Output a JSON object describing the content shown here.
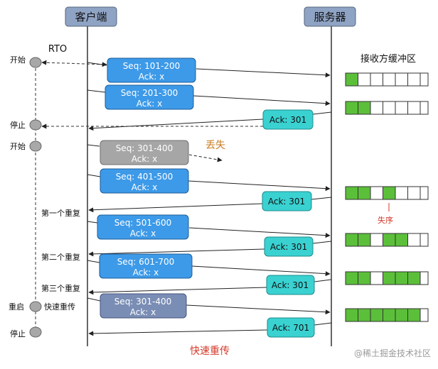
{
  "header": {
    "client": "客户端",
    "server": "服务器",
    "rto": "RTO",
    "buffer_title": "接收方缓冲区"
  },
  "timer_labels": {
    "start1": "开始",
    "stop1": "停止",
    "start2": "开始",
    "restart": "重启",
    "fast_retransmit": "快速重传",
    "stop2": "停止"
  },
  "dup_labels": {
    "first": "第一个重复",
    "second": "第二个重复",
    "third": "第三个重复"
  },
  "segments": [
    {
      "seq": "Seq: 101-200",
      "ack": "Ack: x",
      "state": "sent"
    },
    {
      "seq": "Seq: 201-300",
      "ack": "Ack: x",
      "state": "sent"
    },
    {
      "seq": "Seq: 301-400",
      "ack": "Ack: x",
      "state": "lost"
    },
    {
      "seq": "Seq: 401-500",
      "ack": "Ack: x",
      "state": "sent"
    },
    {
      "seq": "Seq: 501-600",
      "ack": "Ack: x",
      "state": "sent"
    },
    {
      "seq": "Seq: 601-700",
      "ack": "Ack: x",
      "state": "sent"
    },
    {
      "seq": "Seq: 301-400",
      "ack": "Ack: x",
      "state": "retransmit"
    }
  ],
  "acks": [
    "Ack: 301",
    "Ack: 301",
    "Ack: 301",
    "Ack: 301",
    "Ack: 701"
  ],
  "annotations": {
    "lost": "丢失",
    "out_of_order": "失序",
    "fast_retransmit": "快速重传",
    "watermark": "@稀土掘金技术社区"
  },
  "buffer_states": [
    [
      1,
      0,
      0,
      0,
      0,
      0
    ],
    [
      1,
      1,
      0,
      0,
      0,
      0
    ],
    [
      1,
      1,
      0,
      1,
      0,
      0
    ],
    [
      1,
      1,
      0,
      1,
      1,
      0
    ],
    [
      1,
      1,
      0,
      1,
      1,
      1
    ],
    [
      1,
      1,
      1,
      1,
      1,
      1
    ]
  ],
  "colors": {
    "header_fill": "#8fa3c4",
    "segment_blue": "#3d9ae8",
    "segment_lost": "#a6a6a6",
    "segment_retransmit": "#7a8db5",
    "ack_teal": "#3ad1d1",
    "buffer_filled": "#5bbf3a",
    "lost_text": "#c87a1e",
    "red_text": "#d43a2a",
    "timer_fill": "#a8a8a8"
  }
}
